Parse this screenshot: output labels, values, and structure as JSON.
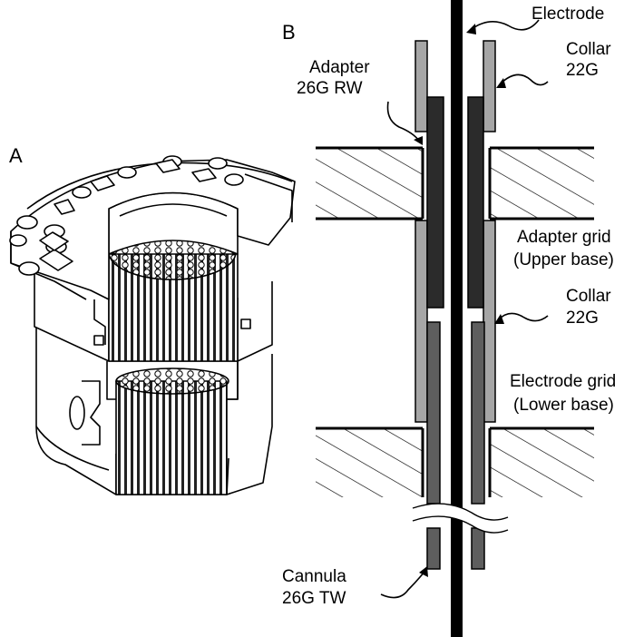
{
  "panels": {
    "a": "A",
    "b": "B"
  },
  "labels": {
    "electrode": "Electrode",
    "collar_top_1": "Collar",
    "collar_top_2": "22G",
    "adapter_1": "Adapter",
    "adapter_2": "26G RW",
    "adapter_grid_1": "Adapter grid",
    "adapter_grid_2": "(Upper base)",
    "collar_mid_1": "Collar",
    "collar_mid_2": "22G",
    "electrode_grid_1": "Electrode grid",
    "electrode_grid_2": "(Lower base)",
    "cannula_1": "Cannula",
    "cannula_2": "26G TW"
  },
  "colors": {
    "stroke": "#000000",
    "electrode": "#000000",
    "adapter": "#2b2b2b",
    "collar": "#a6a6a6",
    "cannula": "#5e5e5e",
    "background": "#ffffff"
  }
}
